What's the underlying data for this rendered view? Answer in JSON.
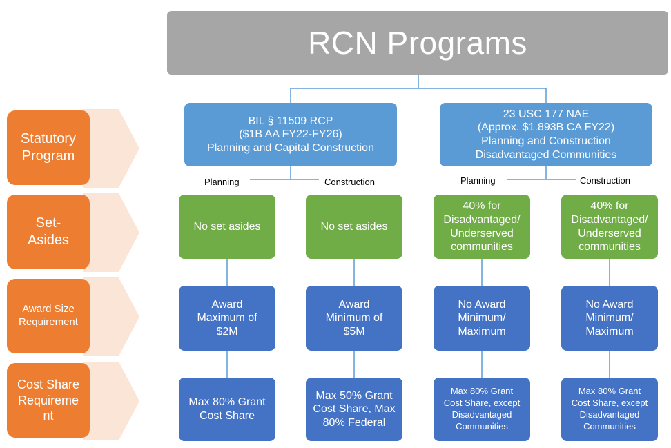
{
  "title": "RCN Programs",
  "categories": [
    {
      "label": "Statutory\nProgram"
    },
    {
      "label": "Set-\nAsides"
    },
    {
      "label": "Award Size\nRequirement"
    },
    {
      "label": "Cost Share\nRequireme\nnt"
    }
  ],
  "programs": [
    {
      "label": "BIL § 11509 RCP\n($1B AA FY22-FY26)\nPlanning and Capital Construction",
      "branches": [
        {
          "label": "Planning",
          "set_aside": "No set asides",
          "award": "Award\nMaximum of\n$2M",
          "cost_share": "Max 80% Grant\nCost Share"
        },
        {
          "label": "Construction",
          "set_aside": "No set asides",
          "award": "Award\nMinimum of\n$5M",
          "cost_share": "Max 50% Grant\nCost Share, Max\n80% Federal"
        }
      ]
    },
    {
      "label": "23 USC 177 NAE\n(Approx. $1.893B CA FY22)\nPlanning and Construction\nDisadvantaged Communities",
      "branches": [
        {
          "label": "Planning",
          "set_aside": "40% for\nDisadvantaged/\nUnderserved\ncommunities",
          "award": "No Award\nMinimum/\nMaximum",
          "cost_share": "Max 80% Grant\nCost Share, except\nDisadvantaged\nCommunities"
        },
        {
          "label": "Construction",
          "set_aside": "40% for\nDisadvantaged/\nUnderserved\ncommunities",
          "award": "No Award\nMinimum/\nMaximum",
          "cost_share": "Max 80% Grant\nCost Share, except\nDisadvantaged\nCommunities"
        }
      ]
    }
  ],
  "colors": {
    "title_bg": "#a6a6a6",
    "statutory": "#5b9bd5",
    "set_aside": "#70ad47",
    "award": "#4472c4",
    "category": "#ed7d31",
    "category_arrow": "#fbe5d6",
    "connector": "#5b9bd5",
    "connector_green": "#70ad47"
  }
}
